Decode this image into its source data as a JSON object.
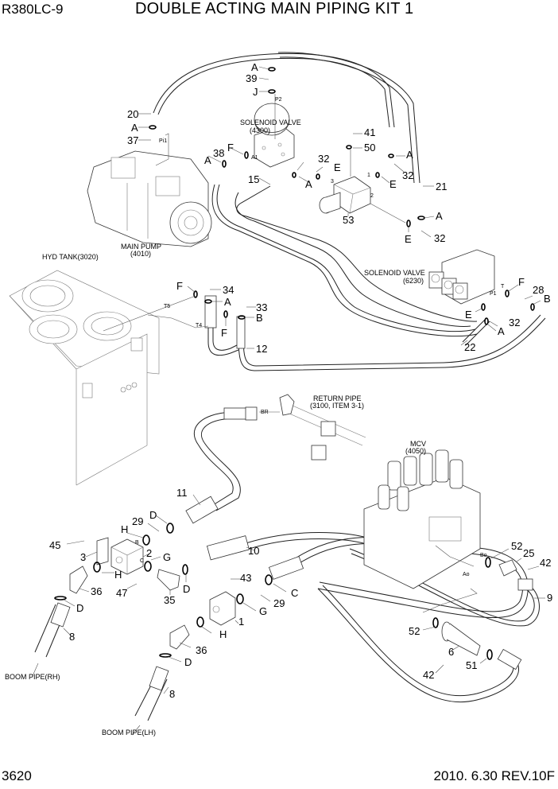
{
  "header": {
    "model": "R380LC-9",
    "title": "DOUBLE ACTING MAIN PIPING KIT 1"
  },
  "footer": {
    "page": "3620",
    "revision": "2010. 6.30  REV.10F"
  },
  "components": {
    "solenoid_valve_4300": [
      "SOLENOID VALVE",
      "(4300)"
    ],
    "main_pump": [
      "MAIN PUMP",
      "(4010)"
    ],
    "hyd_tank": "HYD TANK(3020)",
    "solenoid_valve_6230": [
      "SOLENOID VALVE",
      "(6230)"
    ],
    "return_pipe": [
      "RETURN PIPE",
      "(3100, ITEM 3-1)"
    ],
    "mcv": [
      "MCV",
      "(4050)"
    ],
    "boom_pipe_rh": "BOOM PIPE(RH)",
    "boom_pipe_lh": "BOOM PIPE(LH)"
  },
  "ports": {
    "p2": "P2",
    "pi1": "Pi1",
    "a1": "A1",
    "t5": "T5",
    "t4": "T4",
    "t": "T",
    "p1": "P1",
    "br": "BR",
    "b": "B",
    "c": "C",
    "bo": "Bo",
    "ao": "Ao",
    "p3": "3",
    "p1n": "1",
    "p2n": "2"
  },
  "callouts": [
    {
      "id": "c-a-top",
      "text": "A"
    },
    {
      "id": "c-39",
      "text": "39"
    },
    {
      "id": "c-j",
      "text": "J"
    },
    {
      "id": "c-20",
      "text": "20"
    },
    {
      "id": "c-a-20",
      "text": "A"
    },
    {
      "id": "c-37",
      "text": "37"
    },
    {
      "id": "c-41",
      "text": "41"
    },
    {
      "id": "c-50",
      "text": "50"
    },
    {
      "id": "c-a-21top",
      "text": "A"
    },
    {
      "id": "c-32-top",
      "text": "32"
    },
    {
      "id": "c-38",
      "text": "38"
    },
    {
      "id": "c-f-38",
      "text": "F"
    },
    {
      "id": "c-a-38",
      "text": "A"
    },
    {
      "id": "c-32-left",
      "text": "32"
    },
    {
      "id": "c-e-left",
      "text": "E"
    },
    {
      "id": "c-a-left",
      "text": "A"
    },
    {
      "id": "c-e-right",
      "text": "E"
    },
    {
      "id": "c-21",
      "text": "21"
    },
    {
      "id": "c-15",
      "text": "15"
    },
    {
      "id": "c-53",
      "text": "53"
    },
    {
      "id": "c-a-21bot",
      "text": "A"
    },
    {
      "id": "c-e-bot",
      "text": "E"
    },
    {
      "id": "c-32-bot",
      "text": "32"
    },
    {
      "id": "c-f-34",
      "text": "F"
    },
    {
      "id": "c-34",
      "text": "34"
    },
    {
      "id": "c-a-34",
      "text": "A"
    },
    {
      "id": "c-33",
      "text": "33"
    },
    {
      "id": "c-b-33",
      "text": "B"
    },
    {
      "id": "c-f-t4",
      "text": "F"
    },
    {
      "id": "c-12",
      "text": "12"
    },
    {
      "id": "c-f-6230",
      "text": "F"
    },
    {
      "id": "c-28",
      "text": "28"
    },
    {
      "id": "c-b-6230",
      "text": "B"
    },
    {
      "id": "c-e-6230",
      "text": "E"
    },
    {
      "id": "c-32-6230",
      "text": "32"
    },
    {
      "id": "c-a-6230",
      "text": "A"
    },
    {
      "id": "c-22",
      "text": "22"
    },
    {
      "id": "c-11",
      "text": "11"
    },
    {
      "id": "c-d-29",
      "text": "D"
    },
    {
      "id": "c-29-top",
      "text": "29"
    },
    {
      "id": "c-h-top",
      "text": "H"
    },
    {
      "id": "c-45",
      "text": "45"
    },
    {
      "id": "c-2",
      "text": "2"
    },
    {
      "id": "c-3",
      "text": "3"
    },
    {
      "id": "c-g-top",
      "text": "G"
    },
    {
      "id": "c-h-mid",
      "text": "H"
    },
    {
      "id": "c-36-top",
      "text": "36"
    },
    {
      "id": "c-47",
      "text": "47"
    },
    {
      "id": "c-35",
      "text": "35"
    },
    {
      "id": "c-d-35",
      "text": "D"
    },
    {
      "id": "c-d-rh",
      "text": "D"
    },
    {
      "id": "c-8-rh",
      "text": "8"
    },
    {
      "id": "c-10",
      "text": "10"
    },
    {
      "id": "c-43",
      "text": "43"
    },
    {
      "id": "c-c",
      "text": "C"
    },
    {
      "id": "c-29-bot",
      "text": "29"
    },
    {
      "id": "c-g-bot",
      "text": "G"
    },
    {
      "id": "c-1",
      "text": "1"
    },
    {
      "id": "c-h-bot",
      "text": "H"
    },
    {
      "id": "c-36-bot",
      "text": "36"
    },
    {
      "id": "c-d-lh",
      "text": "D"
    },
    {
      "id": "c-8-lh",
      "text": "8"
    },
    {
      "id": "c-52-top",
      "text": "52"
    },
    {
      "id": "c-25",
      "text": "25"
    },
    {
      "id": "c-42-top",
      "text": "42"
    },
    {
      "id": "c-9",
      "text": "9"
    },
    {
      "id": "c-52-bot",
      "text": "52"
    },
    {
      "id": "c-6",
      "text": "6"
    },
    {
      "id": "c-51",
      "text": "51"
    },
    {
      "id": "c-42-bot",
      "text": "42"
    }
  ]
}
